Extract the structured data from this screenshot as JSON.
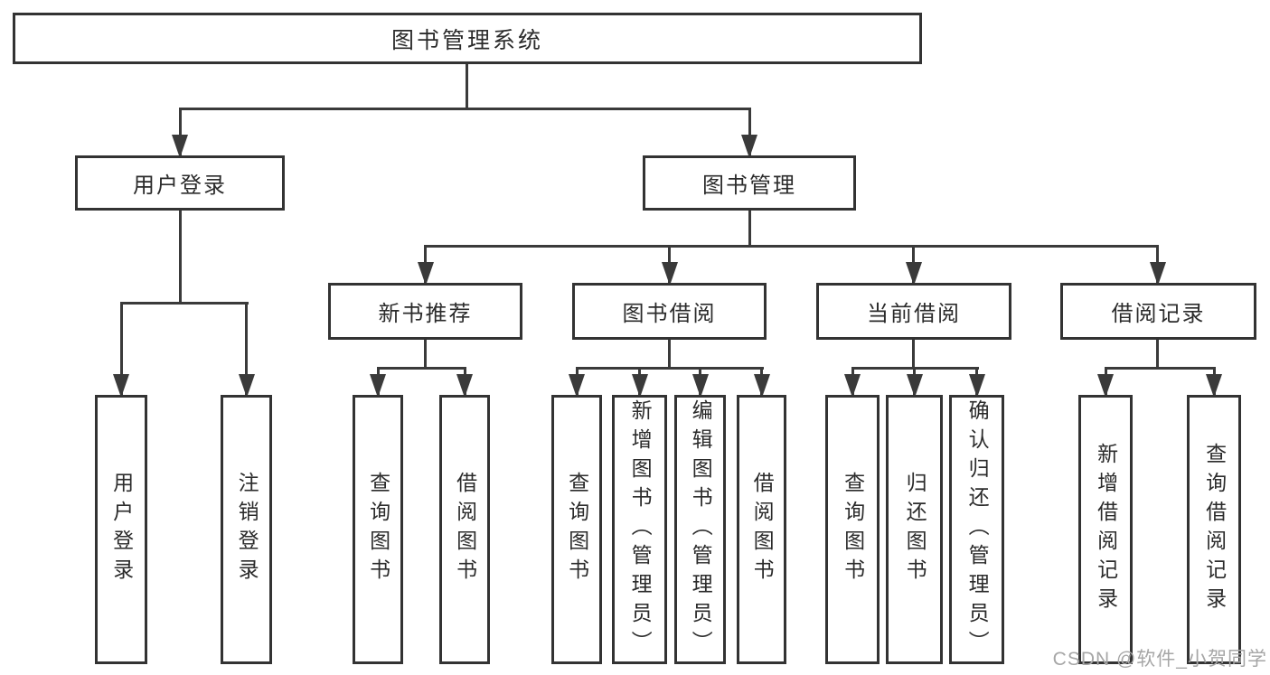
{
  "diagram": {
    "root": {
      "label": "图书管理系统"
    },
    "level1": [
      {
        "label": "用户登录"
      },
      {
        "label": "图书管理"
      }
    ],
    "level2": [
      {
        "label": "新书推荐",
        "parent": "图书管理"
      },
      {
        "label": "图书借阅",
        "parent": "图书管理"
      },
      {
        "label": "当前借阅",
        "parent": "图书管理"
      },
      {
        "label": "借阅记录",
        "parent": "图书管理"
      }
    ],
    "leaves": [
      {
        "label": "用户登录",
        "parent": "用户登录"
      },
      {
        "label": "注销登录",
        "parent": "用户登录"
      },
      {
        "label": "查询图书",
        "parent": "新书推荐"
      },
      {
        "label": "借阅图书",
        "parent": "新书推荐"
      },
      {
        "label": "查询图书",
        "parent": "图书借阅"
      },
      {
        "label": "新增图书（管理员）",
        "parent": "图书借阅"
      },
      {
        "label": "编辑图书（管理员）",
        "parent": "图书借阅"
      },
      {
        "label": "借阅图书",
        "parent": "图书借阅"
      },
      {
        "label": "查询图书",
        "parent": "当前借阅"
      },
      {
        "label": "归还图书",
        "parent": "当前借阅"
      },
      {
        "label": "确认归还（管理员）",
        "parent": "当前借阅"
      },
      {
        "label": "新增借阅记录",
        "parent": "借阅记录"
      },
      {
        "label": "查询借阅记录",
        "parent": "借阅记录"
      }
    ],
    "colors": {
      "line": "#3a3a3a",
      "box_border": "#333333",
      "text": "#2b2b2b",
      "watermark_text": "#a6a6a6",
      "background": "#ffffff"
    }
  },
  "watermark": "CSDN @软件_小贺同学"
}
